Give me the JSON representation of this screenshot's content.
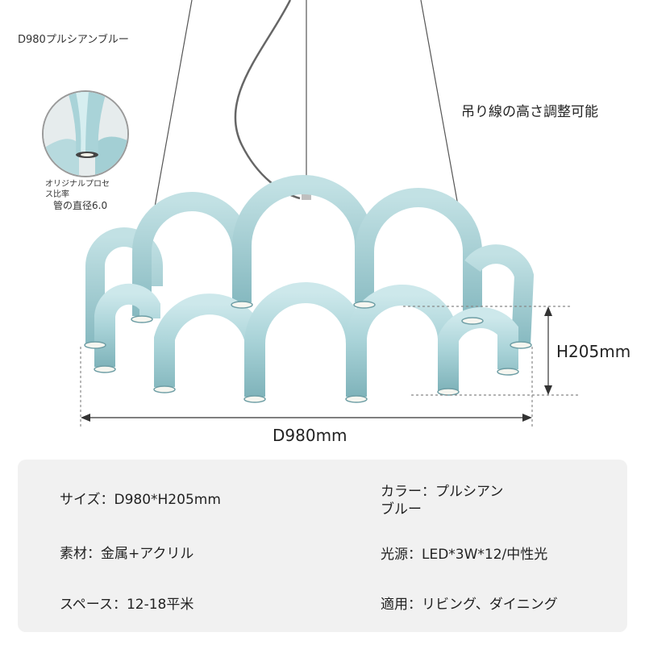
{
  "header": {
    "model_name": "D980プルシアンブルー",
    "feature_note": "吊り線の高さ調整可能"
  },
  "detail": {
    "caption_line1": "オリジナルプロセ",
    "caption_line2": "ス比率",
    "caption_line3": "管の直径6.0"
  },
  "dimensions": {
    "height_label": "H205mm",
    "width_label": "D980mm"
  },
  "specs": {
    "size": "サイズ：D980*H205mm",
    "color_line1": "カラー：プルシアン",
    "color_line2": "ブルー",
    "material": "素材：金属+アクリル",
    "light_source": "光源：LED*3W*12/中性光",
    "space": "スペース：12-18平米",
    "application": "適用：リビング、ダイニング"
  },
  "colors": {
    "lamp_body": "#a9d3d8",
    "lamp_shadow": "#7fb3ba",
    "panel_bg": "#f1f1f1"
  }
}
